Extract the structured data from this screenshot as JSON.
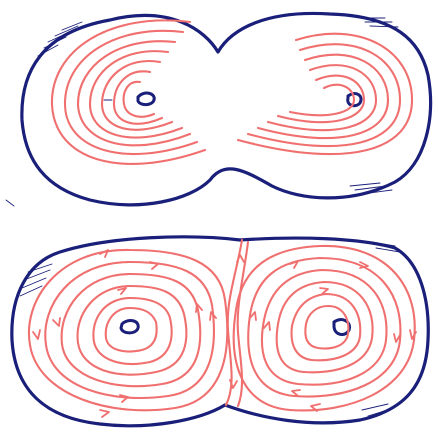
{
  "figure": {
    "panels": [
      {
        "id": "top",
        "boundary_color": "#1a1f7a",
        "line_color": "#f07070",
        "holes": 2,
        "arrows": false
      },
      {
        "id": "bottom",
        "boundary_color": "#1a1f7a",
        "line_color": "#f07070",
        "holes": 2,
        "arrows": true
      }
    ]
  }
}
